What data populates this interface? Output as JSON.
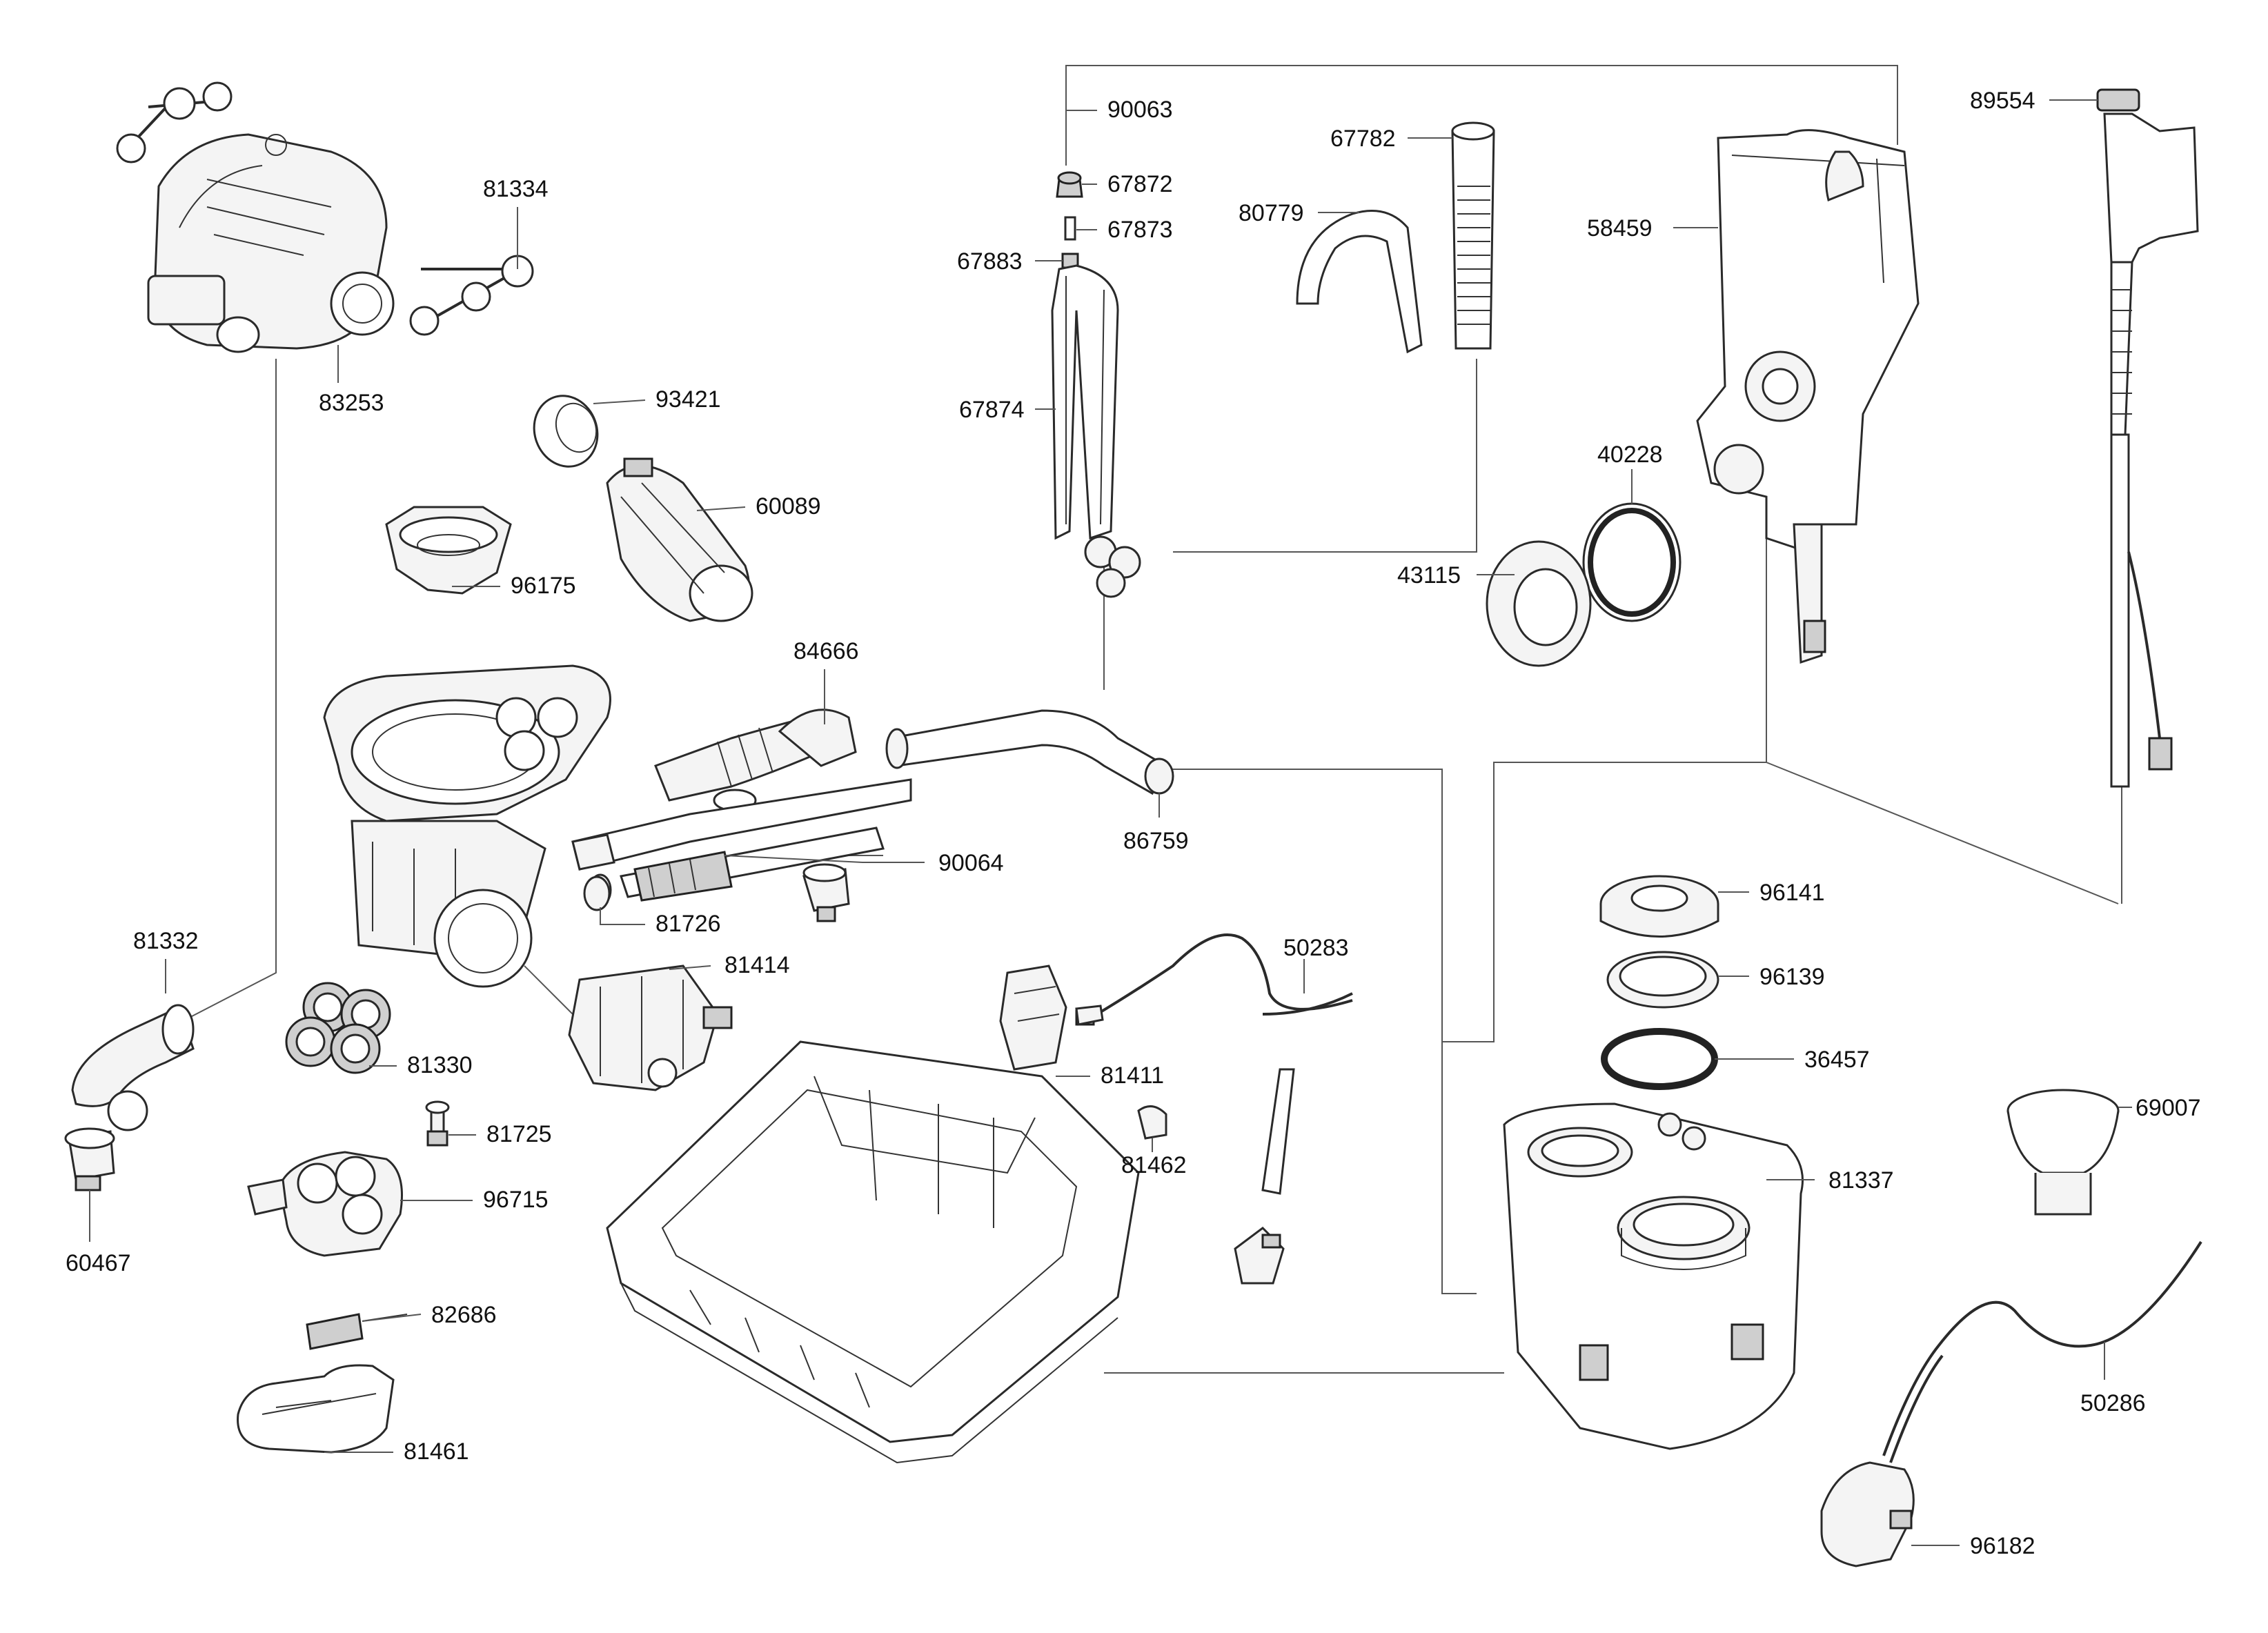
{
  "diagram": {
    "parts": [
      {
        "id": "p81334",
        "number": "81334"
      },
      {
        "id": "p83253",
        "number": "83253"
      },
      {
        "id": "p93421",
        "number": "93421"
      },
      {
        "id": "p60089",
        "number": "60089"
      },
      {
        "id": "p96175",
        "number": "96175"
      },
      {
        "id": "p84666",
        "number": "84666"
      },
      {
        "id": "p86759",
        "number": "86759"
      },
      {
        "id": "p90064",
        "number": "90064"
      },
      {
        "id": "p81726",
        "number": "81726"
      },
      {
        "id": "p81414",
        "number": "81414"
      },
      {
        "id": "p81332",
        "number": "81332"
      },
      {
        "id": "p81330",
        "number": "81330"
      },
      {
        "id": "p81725",
        "number": "81725"
      },
      {
        "id": "p96715",
        "number": "96715"
      },
      {
        "id": "p60467",
        "number": "60467"
      },
      {
        "id": "p82686",
        "number": "82686"
      },
      {
        "id": "p81461",
        "number": "81461"
      },
      {
        "id": "p90063",
        "number": "90063"
      },
      {
        "id": "p67872",
        "number": "67872"
      },
      {
        "id": "p67873",
        "number": "67873"
      },
      {
        "id": "p67883",
        "number": "67883"
      },
      {
        "id": "p67874",
        "number": "67874"
      },
      {
        "id": "p67782",
        "number": "67782"
      },
      {
        "id": "p80779",
        "number": "80779"
      },
      {
        "id": "p58459",
        "number": "58459"
      },
      {
        "id": "p89554",
        "number": "89554"
      },
      {
        "id": "p40228",
        "number": "40228"
      },
      {
        "id": "p43115",
        "number": "43115"
      },
      {
        "id": "p50283",
        "number": "50283"
      },
      {
        "id": "p81411",
        "number": "81411"
      },
      {
        "id": "p81462",
        "number": "81462"
      },
      {
        "id": "p96141",
        "number": "96141"
      },
      {
        "id": "p96139",
        "number": "96139"
      },
      {
        "id": "p36457",
        "number": "36457"
      },
      {
        "id": "p81337",
        "number": "81337"
      },
      {
        "id": "p69007",
        "number": "69007"
      },
      {
        "id": "p50286",
        "number": "50286"
      },
      {
        "id": "p96182",
        "number": "96182"
      }
    ]
  }
}
